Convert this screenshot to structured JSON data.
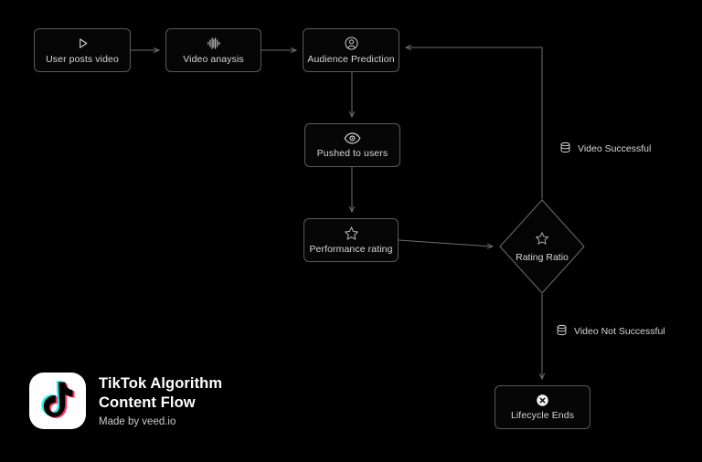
{
  "diagram": {
    "title": "TikTok Algorithm Content Flow",
    "background_color": "#000000",
    "stroke_color": "#5a5a5a",
    "text_color": "#d7d7d7",
    "nodes": [
      {
        "id": "user-posts-video",
        "label": "User posts video",
        "icon": "play-icon",
        "shape": "rounded-rect"
      },
      {
        "id": "video-analysis",
        "label": "Video anaysis",
        "icon": "audio-waveform-icon",
        "shape": "rounded-rect"
      },
      {
        "id": "audience-prediction",
        "label": "Audience Prediction",
        "icon": "user-circle-icon",
        "shape": "rounded-rect"
      },
      {
        "id": "pushed-to-users",
        "label": "Pushed to users",
        "icon": "eye-icon",
        "shape": "rounded-rect"
      },
      {
        "id": "performance-rating",
        "label": "Performance rating",
        "icon": "star-icon",
        "shape": "rounded-rect"
      },
      {
        "id": "rating-ratio",
        "label": "Rating Ratio",
        "icon": "star-icon",
        "shape": "diamond"
      },
      {
        "id": "lifecycle-ends",
        "label": "Lifecycle Ends",
        "icon": "x-circle-icon",
        "shape": "rounded-rect"
      }
    ],
    "edge_labels": [
      {
        "id": "video-successful",
        "label": "Video Successful",
        "icon": "database-icon"
      },
      {
        "id": "video-not-successful",
        "label": "Video Not Successful",
        "icon": "database-icon"
      }
    ],
    "edges": [
      {
        "from": "user-posts-video",
        "to": "video-analysis"
      },
      {
        "from": "video-analysis",
        "to": "audience-prediction"
      },
      {
        "from": "audience-prediction",
        "to": "pushed-to-users"
      },
      {
        "from": "pushed-to-users",
        "to": "performance-rating"
      },
      {
        "from": "performance-rating",
        "to": "rating-ratio"
      },
      {
        "from": "rating-ratio",
        "to": "audience-prediction",
        "label": "Video Successful"
      },
      {
        "from": "rating-ratio",
        "to": "lifecycle-ends",
        "label": "Video Not Successful"
      }
    ]
  },
  "branding": {
    "logo": "tiktok-logo",
    "title": "TikTok Algorithm Content Flow",
    "subtitle": "Made by veed.io",
    "logo_background": "#ffffff",
    "logo_accent_cyan": "#25F4EE",
    "logo_accent_pink": "#FE2C55"
  }
}
